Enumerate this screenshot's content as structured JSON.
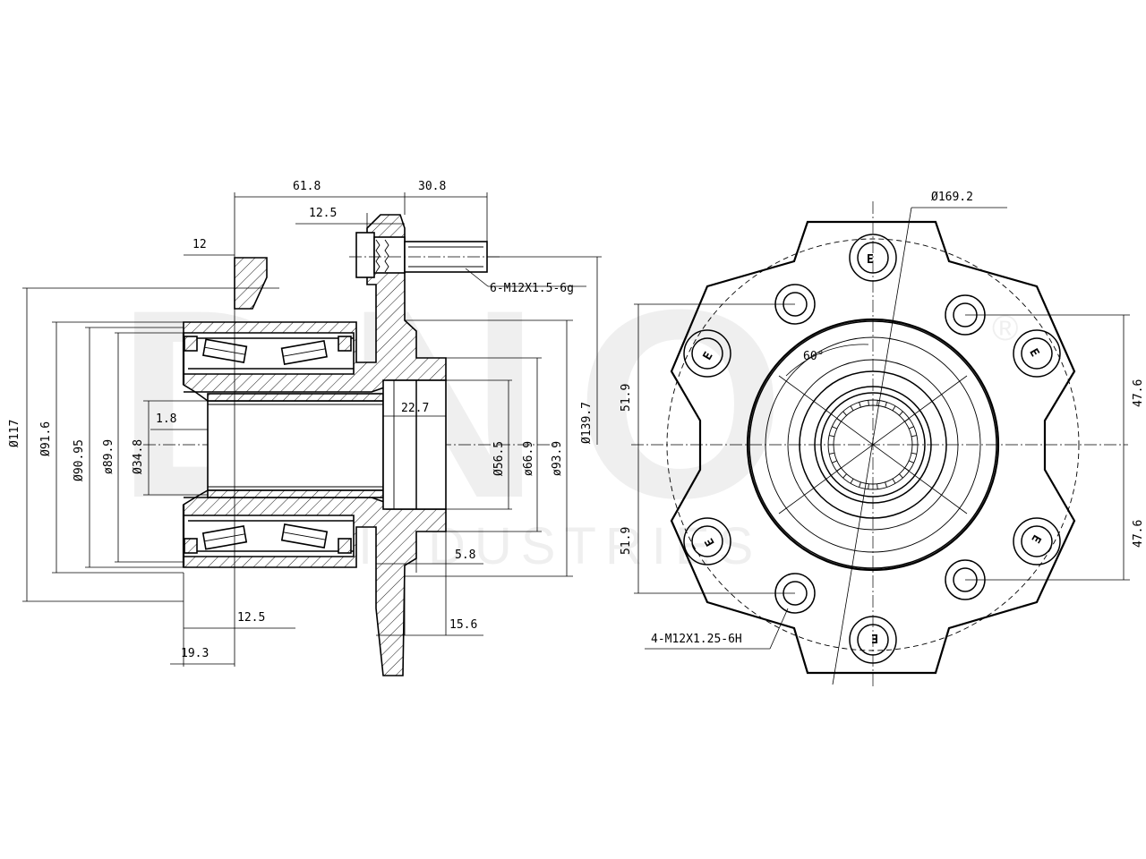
{
  "watermark": {
    "brand": "DNO",
    "reg": "®",
    "sub": "INDUSTRIES"
  },
  "side_view": {
    "dims": {
      "d618": "61.8",
      "d308": "30.8",
      "d125_top": "12.5",
      "d12": "12",
      "d18": "1.8",
      "d227": "22.7",
      "d58": "5.8",
      "d125_bot": "12.5",
      "d156": "15.6",
      "d193": "19.3",
      "dia117": "Ø117",
      "dia916": "Ø91.6",
      "dia9095": "Ø90.95",
      "dia899": "ø89.9",
      "dia348": "Ø34.8",
      "dia565": "Ø56.5",
      "dia669": "ø66.9",
      "dia939": "ø93.9",
      "dia1397": "Ø139.7"
    },
    "thread_callout": "6-M12X1.5-6g"
  },
  "front_view": {
    "dims": {
      "dia1692": "Ø169.2",
      "angle": "60°",
      "l519_top": "51.9",
      "l519_bot": "51.9",
      "r476_top": "47.6",
      "r476_bot": "47.6"
    },
    "thread_callout": "4-M12X1.25-6H",
    "bolt_mark": "E",
    "spline_teeth": 30
  }
}
